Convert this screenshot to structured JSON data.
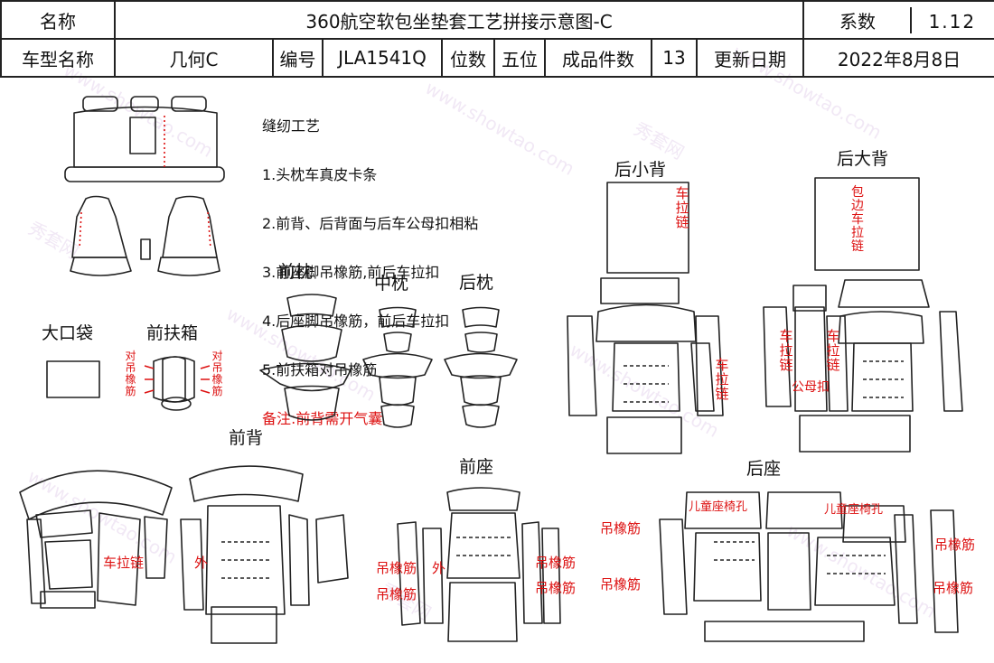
{
  "header": {
    "row1": {
      "name_label": "名称",
      "title": "360航空软包坐垫套工艺拼接示意图-C",
      "coef_label": "系数",
      "coef_value": "1.12"
    },
    "row2": {
      "model_label": "车型名称",
      "model_value": "几何C",
      "code_label": "编号",
      "code_value": "JLA1541Q",
      "seats_label": "位数",
      "seats_value": "五位",
      "pieces_label": "成品件数",
      "pieces_value": "13",
      "date_label": "更新日期",
      "date_value": "2022年8月8日"
    }
  },
  "notes": {
    "title": "缝纫工艺",
    "items": [
      "1.头枕车真皮卡条",
      "2.前背、后背面与后车公母扣相粘",
      "3.前座脚吊橡筋,前后车拉扣",
      "4.后座脚吊橡筋，前后车拉扣",
      "5.前扶箱对吊橡筋"
    ],
    "remark": "备注:前背需开气囊"
  },
  "labels": {
    "front_headrest": "前枕",
    "middle_headrest": "中枕",
    "rear_headrest": "后枕",
    "big_pocket": "大口袋",
    "front_armrest": "前扶箱",
    "front_back": "前背",
    "front_seat": "前座",
    "rear_small_back": "后小背",
    "rear_big_back": "后大背",
    "rear_seat": "后座"
  },
  "annotations": {
    "zip": "车拉链",
    "outer": "外",
    "elastic": "吊橡筋",
    "pair_elastic": "对吊橡筋",
    "edge_zip": "包边车拉链",
    "snap": "公母扣",
    "child_seat_hole": "儿童座椅孔"
  },
  "watermark": {
    "cn": "秀套网",
    "url": "www.showtao.com"
  },
  "colors": {
    "accent": "#dd1111",
    "line": "#222222"
  }
}
